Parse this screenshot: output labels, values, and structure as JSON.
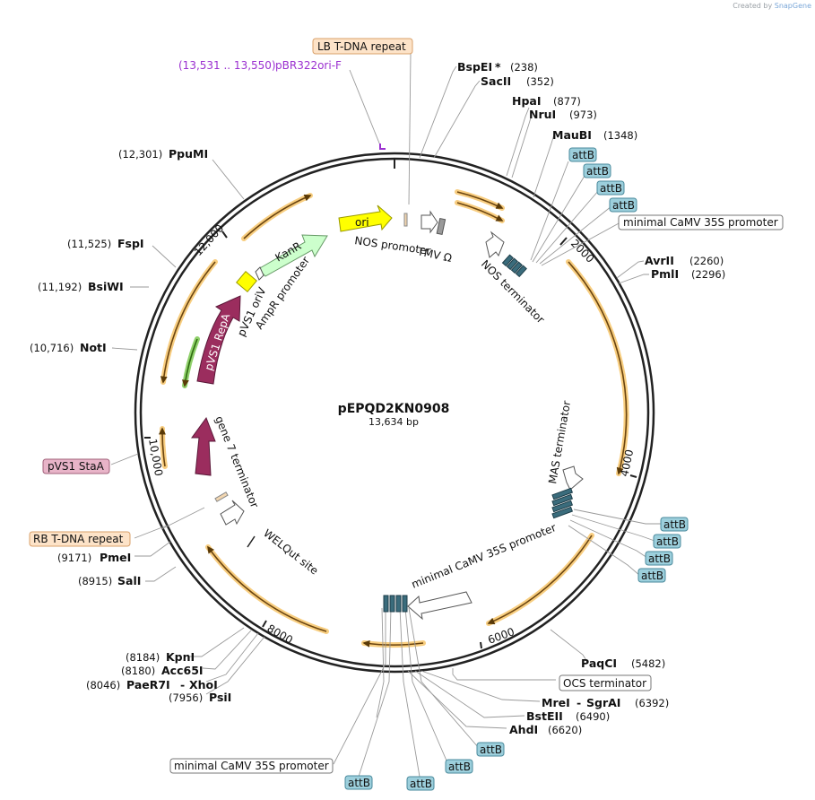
{
  "credit": {
    "prefix": "Created by",
    "brand": "SnapGene"
  },
  "plasmid": {
    "name": "pEPQD2KN0908",
    "size": "13,634 bp"
  },
  "ticks": [
    "2000",
    "4000",
    "6000",
    "8000",
    "10,000",
    "12,000"
  ],
  "sites": [
    {
      "name": "BspEI",
      "star": "*",
      "pos": "(238)"
    },
    {
      "name": "SacII",
      "pos": "(352)"
    },
    {
      "name": "HpaI",
      "pos": "(877)"
    },
    {
      "name": "NruI",
      "pos": "(973)"
    },
    {
      "name": "MauBI",
      "pos": "(1348)"
    },
    {
      "name": "AvrII",
      "pos": "(2260)"
    },
    {
      "name": "PmlI",
      "pos": "(2296)"
    },
    {
      "name": "PaqCI",
      "pos": "(5482)"
    },
    {
      "name": "MreI",
      "name2": "SgrAI",
      "pos": "(6392)"
    },
    {
      "name": "BstEII",
      "pos": "(6490)"
    },
    {
      "name": "AhdI",
      "pos": "(6620)"
    },
    {
      "name": "PsiI",
      "pos": "(7956)"
    },
    {
      "name": "PaeR7I",
      "name2": "XhoI",
      "pos": "(8046)"
    },
    {
      "name": "Acc65I",
      "pos": "(8180)"
    },
    {
      "name": "KpnI",
      "pos": "(8184)"
    },
    {
      "name": "SalI",
      "pos": "(8915)"
    },
    {
      "name": "PmeI",
      "pos": "(9171)"
    },
    {
      "name": "NotI",
      "pos": "(10,716)"
    },
    {
      "name": "BsiWI",
      "pos": "(11,192)"
    },
    {
      "name": "FspI",
      "pos": "(11,525)"
    },
    {
      "name": "PpuMI",
      "pos": "(12,301)"
    }
  ],
  "primer": {
    "name": "pBR322ori-F",
    "range": "(13,531 .. 13,550)"
  },
  "boxed_features": [
    {
      "label": "LB T-DNA repeat",
      "color": "#fde3c8"
    },
    {
      "label": "minimal CaMV 35S promoter",
      "color": "#ffffff"
    },
    {
      "label": "OCS terminator",
      "color": "#ffffff"
    },
    {
      "label": "minimal CaMV 35S promoter",
      "color": "#ffffff"
    },
    {
      "label": "RB T-DNA repeat",
      "color": "#fde3c8"
    },
    {
      "label": "pVS1 StaA",
      "color": "#e8b4c8"
    }
  ],
  "attb": [
    "attB",
    "attB",
    "attB",
    "attB",
    "attB",
    "attB",
    "attB",
    "attB",
    "attB",
    "attB",
    "attB",
    "attB"
  ],
  "inner_features": [
    {
      "label": "ori"
    },
    {
      "label": "NOS promoter"
    },
    {
      "label": "TMV Ω"
    },
    {
      "label": "NOS terminator"
    },
    {
      "label": "KanR"
    },
    {
      "label": "pVS1 oriV"
    },
    {
      "label": "AmpR promoter"
    },
    {
      "label": "pVS1 RepA"
    },
    {
      "label": "gene 7 terminator"
    },
    {
      "label": "WELQut site"
    },
    {
      "label": "MAS terminator"
    },
    {
      "label": "minimal CaMV 35S promoter"
    }
  ],
  "colors": {
    "ori": "#ffff00",
    "kanr": "#ccffcc",
    "repa": "#9b2d5e",
    "attb": "#9ccfdc",
    "orf": "#f2b440",
    "orf_dark": "#5a3a08",
    "primer": "#9b30d0",
    "block": "#3a6c7c"
  }
}
